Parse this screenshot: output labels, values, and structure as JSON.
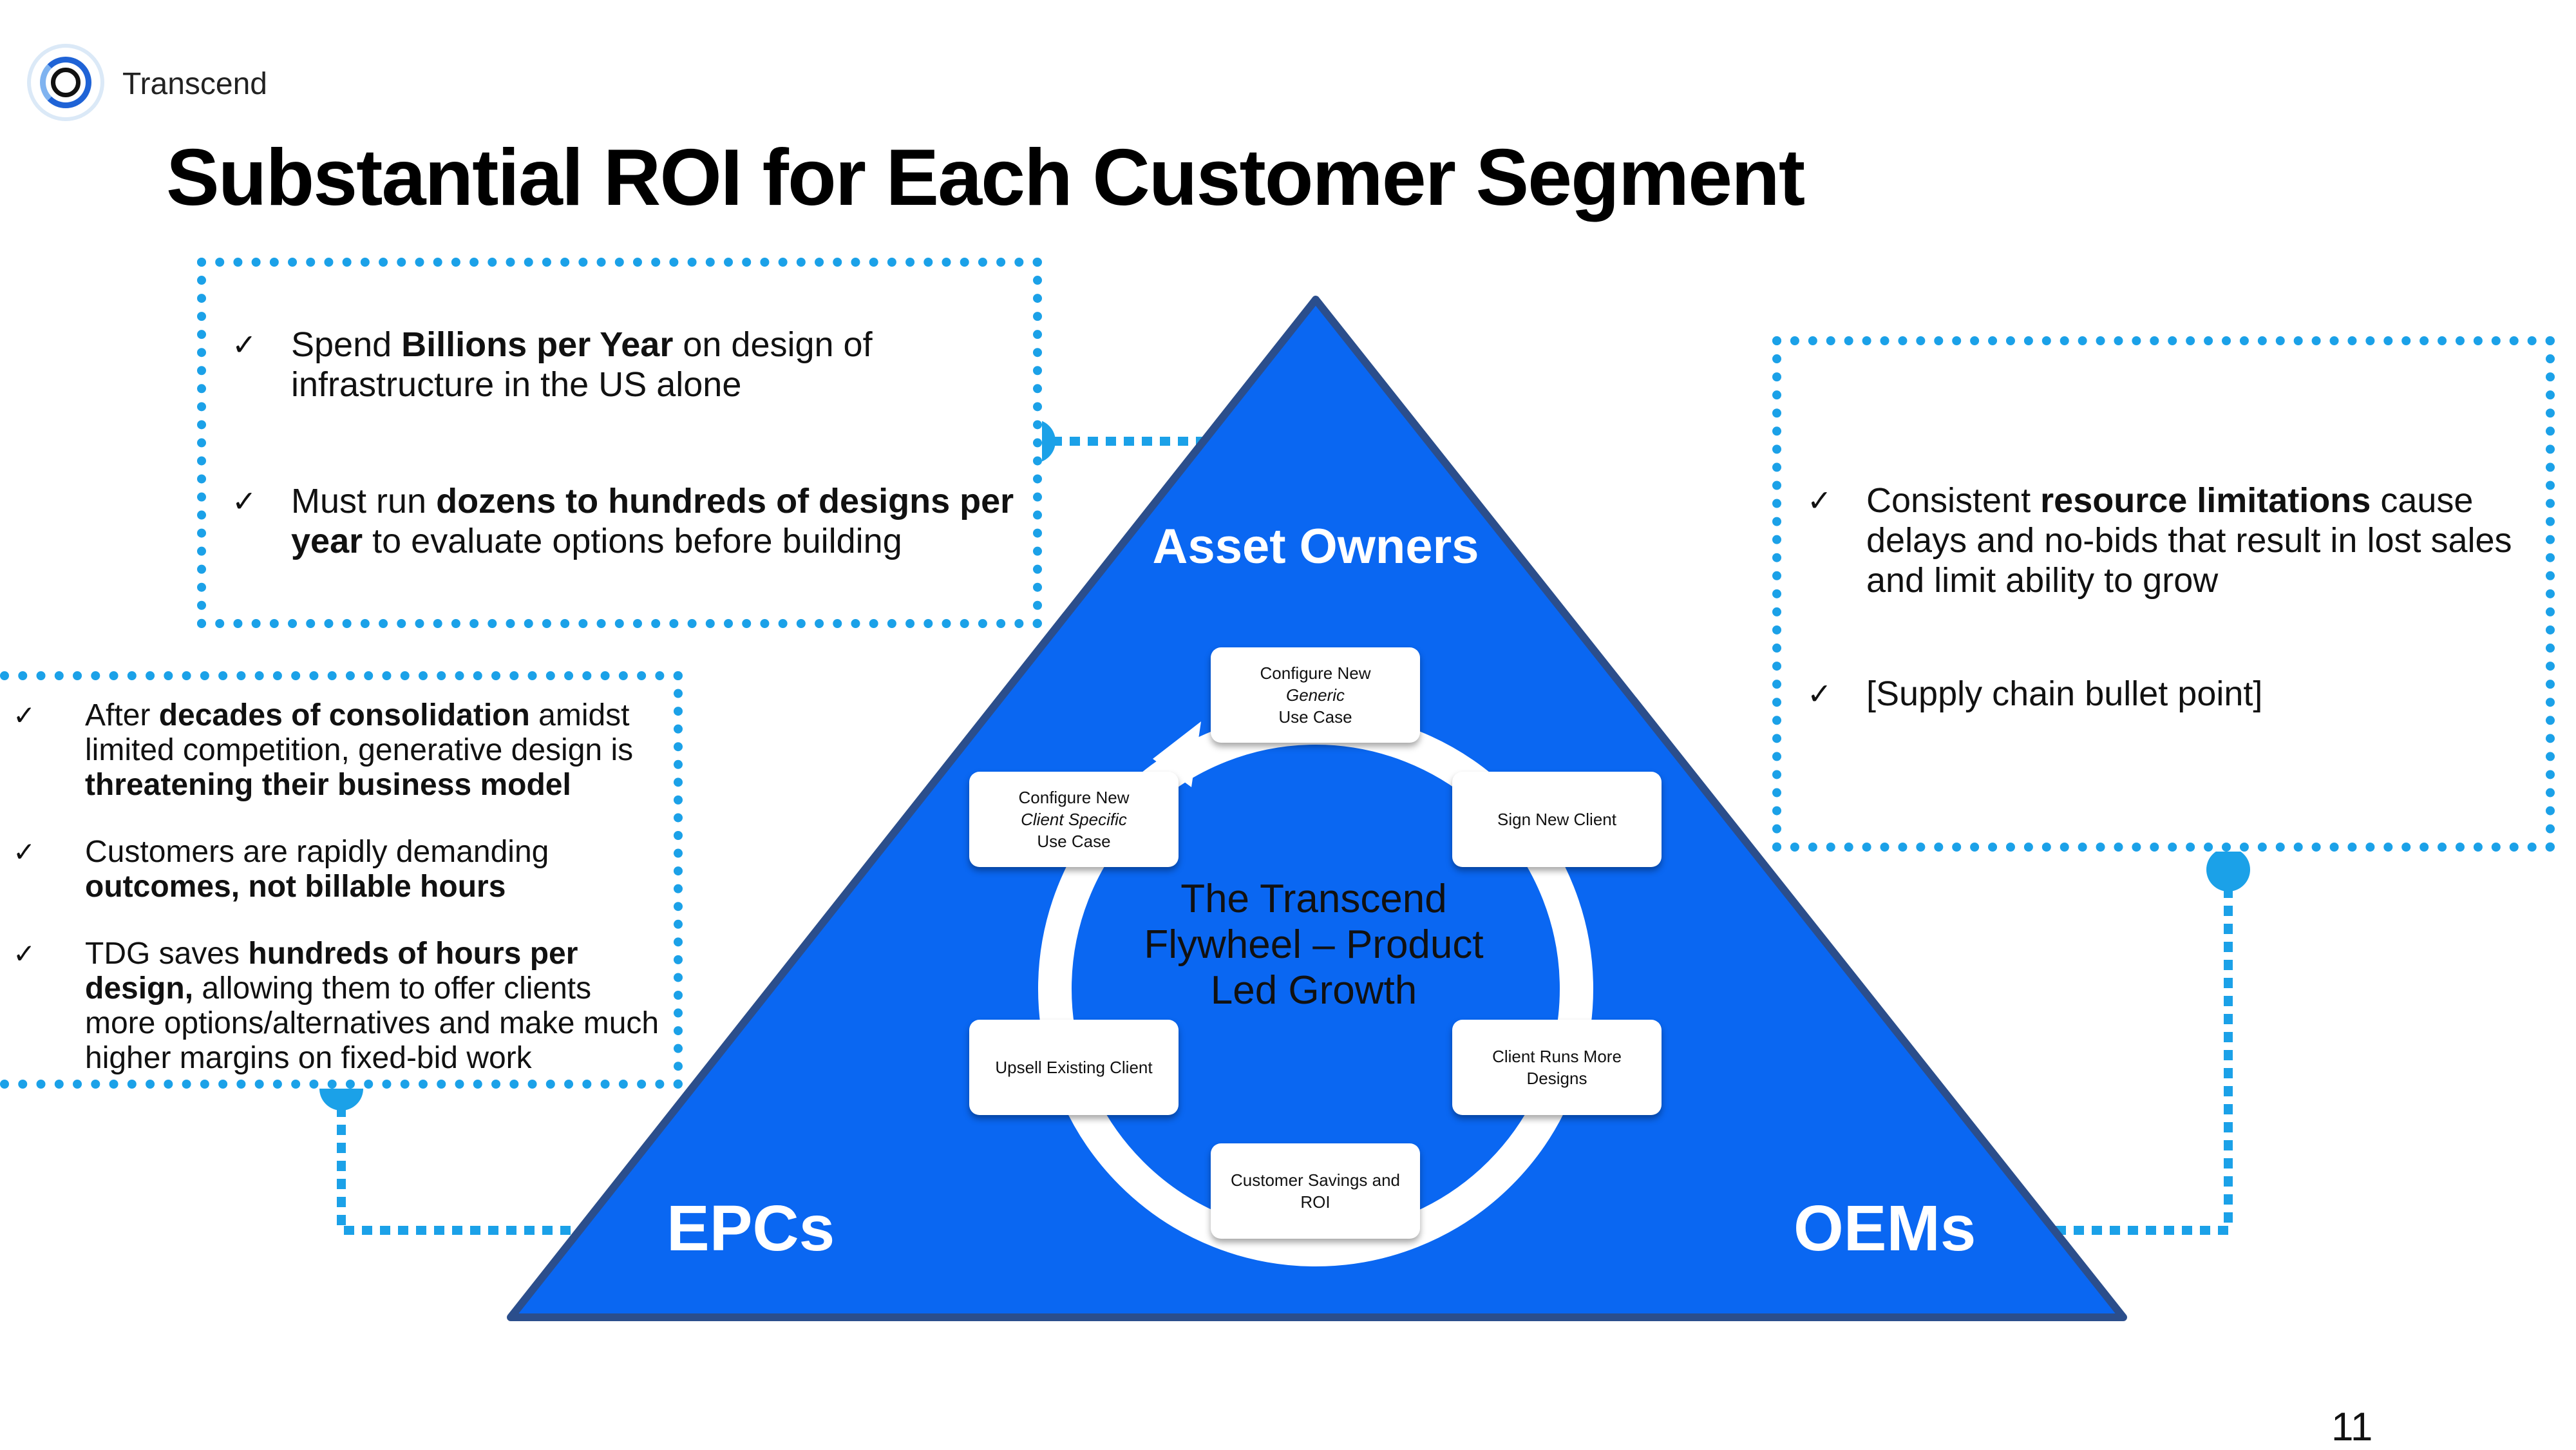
{
  "brand": {
    "name": "Transcend"
  },
  "title": "Substantial ROI for Each Customer Segment",
  "segments": {
    "top": "Asset Owners",
    "left": "EPCs",
    "right": "OEMs"
  },
  "asset_owners_box": {
    "b1_pre": "Spend ",
    "b1_bold": "Billions per Year",
    "b1_post": " on design of infrastructure in the US alone",
    "b2_pre": "Must run ",
    "b2_bold": "dozens to hundreds of designs per year",
    "b2_post": " to evaluate options before building"
  },
  "epcs_box": {
    "b1_pre": "After ",
    "b1_bold": "decades of consolidation",
    "b1_mid": " amidst limited competition, generative design is ",
    "b1_bold2": "threatening their business model",
    "b2_pre": "Customers are rapidly demanding ",
    "b2_bold": "outcomes, not billable hours",
    "b3_pre": "TDG saves ",
    "b3_bold": "hundreds of hours per design,",
    "b3_post": " allowing them to offer clients more options/alternatives and make much higher margins on fixed-bid work"
  },
  "oems_box": {
    "b1_pre": "Consistent ",
    "b1_bold": "resource limitations",
    "b1_post": " cause delays and no-bids that result in lost sales and limit ability to grow",
    "b2": "[Supply chain bullet point]"
  },
  "flywheel": {
    "title": "The Transcend Flywheel – Product Led Growth",
    "n1_line1": "Configure New",
    "n1_line2": "Generic",
    "n1_line3": "Use Case",
    "n2": "Sign New Client",
    "n3": "Client Runs More Designs",
    "n4": "Customer Savings  and ROI",
    "n5": "Upsell Existing Client",
    "n6_line1": "Configure New",
    "n6_line2": "Client Specific",
    "n6_line3": "Use Case"
  },
  "check_symbol": "✓",
  "page_number": "11",
  "colors": {
    "accent": "#1ba1e8",
    "triangle": "#0a67f2",
    "triangle_edge": "#2b4e8c",
    "title": "#000000"
  }
}
